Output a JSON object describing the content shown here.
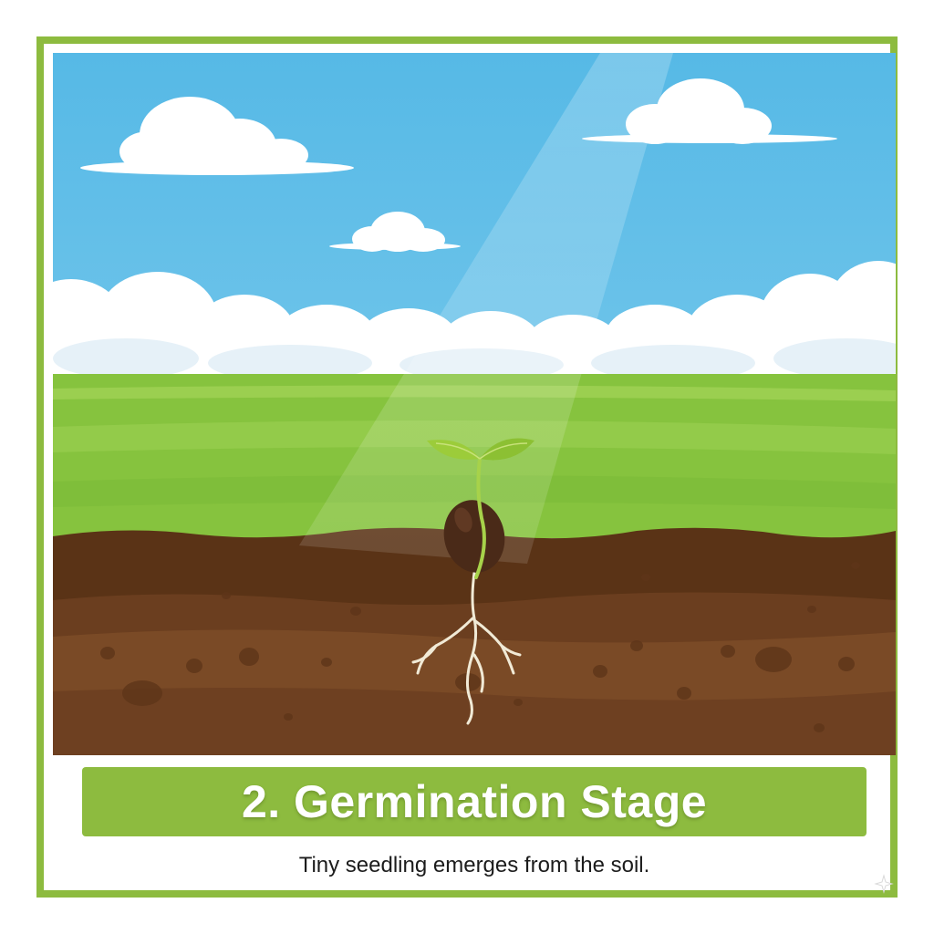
{
  "stage": {
    "title": "2. Germination Stage",
    "caption": "Tiny seedling emerges from the soil."
  },
  "scene": {
    "elements": [
      "sky",
      "clouds",
      "sunbeam",
      "grass-field",
      "soil",
      "seed",
      "seedling",
      "roots"
    ]
  },
  "colors": {
    "frame": "#8dbb3f",
    "sky": "#5bbde6",
    "grass": "#86c33e",
    "soil": "#6e4022",
    "seed": "#4a2a18",
    "leaves": "#9ccc3a"
  }
}
